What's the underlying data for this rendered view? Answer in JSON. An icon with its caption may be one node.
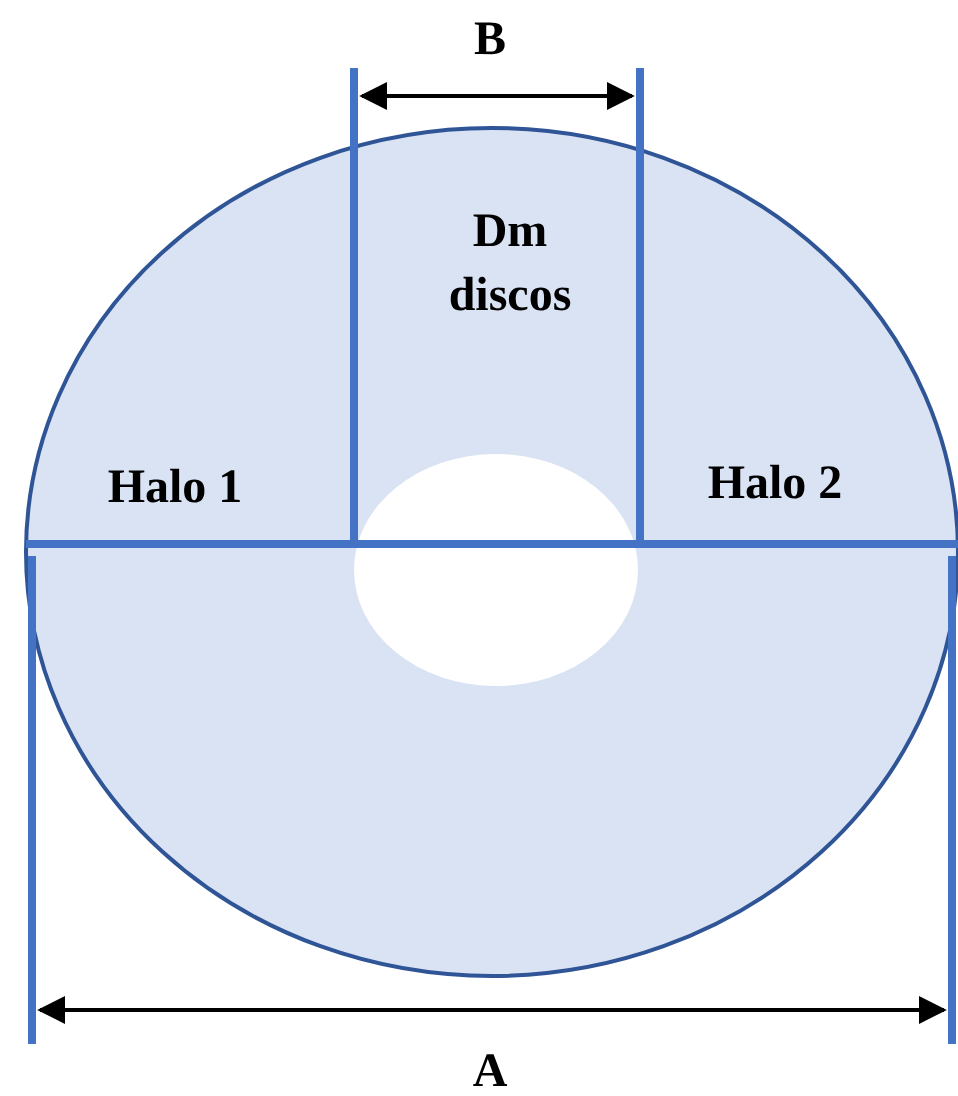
{
  "diagram": {
    "labels": [
      "B",
      "Dm discos",
      "Halo 1",
      "Halo 2",
      "A"
    ]
  }
}
